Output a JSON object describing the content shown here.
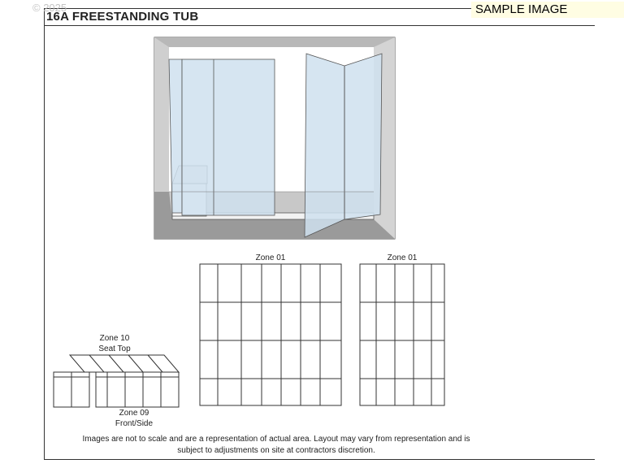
{
  "watermark": {
    "copyright": "© 2025"
  },
  "badge": {
    "label": "SAMPLE IMAGE"
  },
  "header": {
    "title": "16A FREESTANDING TUB"
  },
  "zones": {
    "wall_left_label": "Zone 01",
    "wall_right_label": "Zone 01",
    "seat_top_zone": "Zone 10",
    "seat_top_name": "Seat Top",
    "seat_front_zone": "Zone 09",
    "seat_front_name": "Front/Side"
  },
  "footer": {
    "disclaimer_line1": "Images are not to scale and are a representation of actual area. Layout may vary from representation and is",
    "disclaimer_line2": "subject to adjustments on site at contractors discretion."
  },
  "colors": {
    "glass": "#cfe0ef",
    "wall_gray": "#c8c8c8",
    "floor_gray": "#9a9a9a",
    "outline": "#333333"
  }
}
